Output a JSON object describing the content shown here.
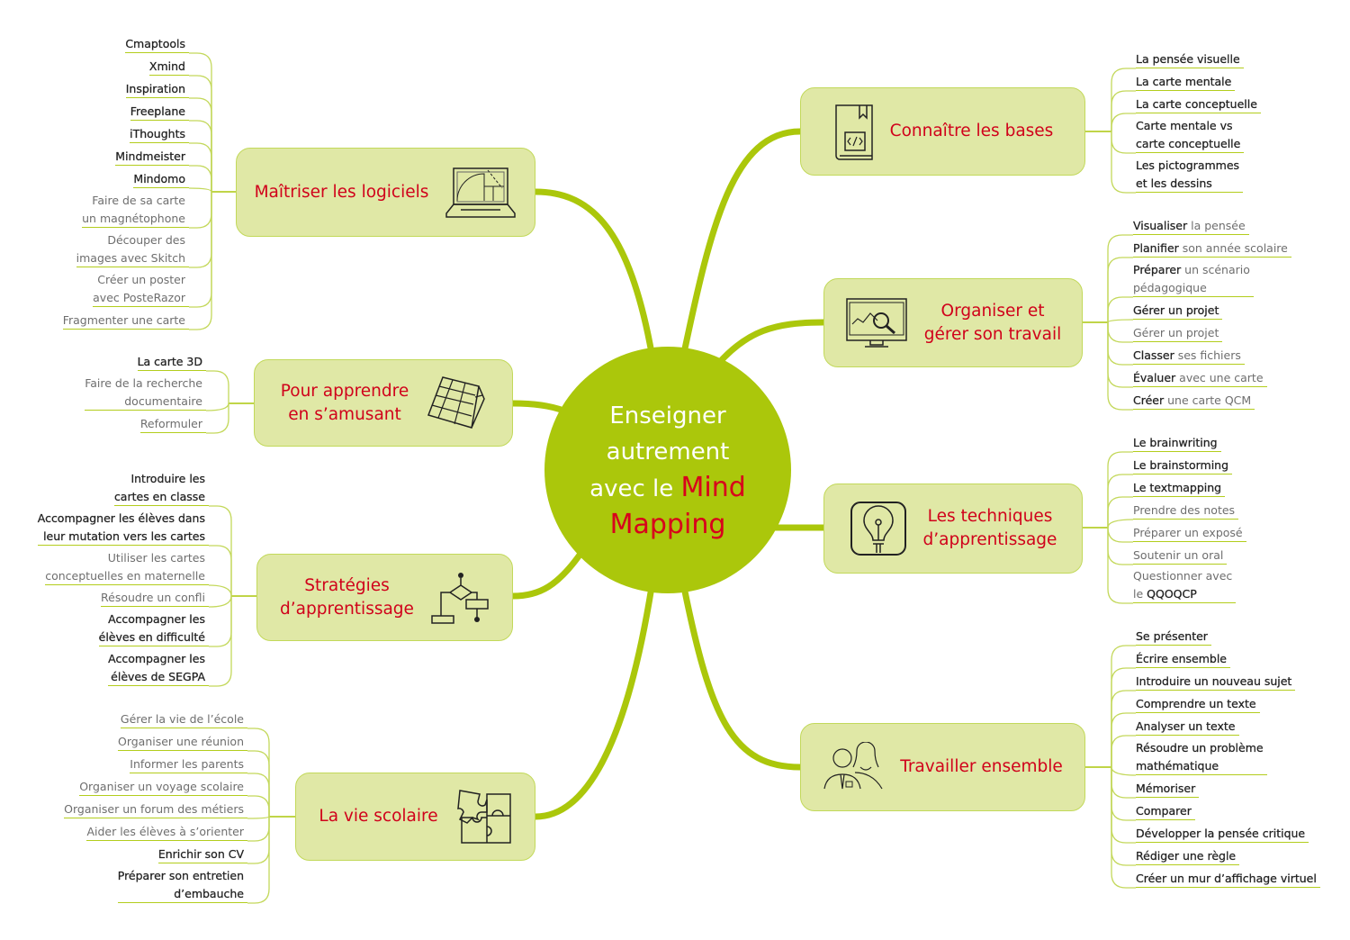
{
  "center": {
    "line1": "Enseigner",
    "line2": "autrement",
    "line3": "avec le",
    "highlight1": "Mind",
    "highlight2": "Mapping"
  },
  "colors": {
    "accent": "#abc70b",
    "node_fill": "#e0e8a6",
    "title_red": "#d0021b"
  },
  "branches": [
    {
      "id": "bases",
      "label": "Connaître les bases",
      "icon": "code-book-icon",
      "leaves": [
        [
          {
            "t": "La pensée visuelle",
            "s": "s"
          }
        ],
        [
          {
            "t": "La carte mentale",
            "s": "s"
          }
        ],
        [
          {
            "t": "La carte conceptuelle",
            "s": "s"
          }
        ],
        [
          {
            "t": "Carte mentale vs\ncarte conceptuelle",
            "s": "s"
          }
        ],
        [
          {
            "t": "Les pictogrammes\net les dessins",
            "s": "s"
          }
        ]
      ]
    },
    {
      "id": "organiser",
      "label": "Organiser et\ngérer son travail",
      "icon": "monitor-analytics-icon",
      "leaves": [
        [
          {
            "t": "Visualiser",
            "s": "s"
          },
          {
            "t": " la pensée",
            "s": "t"
          }
        ],
        [
          {
            "t": "Planifier",
            "s": "s"
          },
          {
            "t": " son année scolaire",
            "s": "t"
          }
        ],
        [
          {
            "t": "Préparer",
            "s": "s"
          },
          {
            "t": " un scénario\npédagogique",
            "s": "t"
          }
        ],
        [
          {
            "t": "Gérer un projet",
            "s": "s"
          }
        ],
        [
          {
            "t": "Gérer un projet",
            "s": "t"
          }
        ],
        [
          {
            "t": "Classer",
            "s": "s"
          },
          {
            "t": " ses fichiers",
            "s": "t"
          }
        ],
        [
          {
            "t": "Évaluer",
            "s": "s"
          },
          {
            "t": " avec une carte",
            "s": "t"
          }
        ],
        [
          {
            "t": "Créer",
            "s": "s"
          },
          {
            "t": " une carte QCM",
            "s": "t"
          }
        ]
      ]
    },
    {
      "id": "techniques",
      "label": "Les techniques\nd’apprentissage",
      "icon": "lightbulb-icon",
      "leaves": [
        [
          {
            "t": "Le brainwriting",
            "s": "s"
          }
        ],
        [
          {
            "t": "Le brainstorming",
            "s": "s"
          }
        ],
        [
          {
            "t": "Le textmapping",
            "s": "s"
          }
        ],
        [
          {
            "t": "Prendre des notes",
            "s": "t"
          }
        ],
        [
          {
            "t": "Préparer un exposé",
            "s": "t"
          }
        ],
        [
          {
            "t": "Soutenir un oral",
            "s": "t"
          }
        ],
        [
          {
            "t": "Questionner avec\nle ",
            "s": "t"
          },
          {
            "t": "QQOQCP",
            "s": "s"
          }
        ]
      ]
    },
    {
      "id": "travailler",
      "label": "Travailler ensemble",
      "icon": "people-icon",
      "leaves": [
        [
          {
            "t": "Se présenter",
            "s": "s"
          }
        ],
        [
          {
            "t": "Écrire ensemble",
            "s": "s"
          }
        ],
        [
          {
            "t": "Introduire un nouveau sujet",
            "s": "s"
          }
        ],
        [
          {
            "t": "Comprendre un texte",
            "s": "s"
          }
        ],
        [
          {
            "t": "Analyser un texte",
            "s": "s"
          }
        ],
        [
          {
            "t": "Résoudre un problème\nmathématique",
            "s": "s"
          }
        ],
        [
          {
            "t": "Mémoriser",
            "s": "s"
          }
        ],
        [
          {
            "t": "Comparer",
            "s": "s"
          }
        ],
        [
          {
            "t": "Développer la pensée critique",
            "s": "s"
          }
        ],
        [
          {
            "t": "Rédiger une règle",
            "s": "s"
          }
        ],
        [
          {
            "t": "Créer un mur d’affichage virtuel",
            "s": "s"
          }
        ]
      ]
    },
    {
      "id": "logiciels",
      "label": "Maîtriser les logiciels",
      "icon": "laptop-icon",
      "leaves": [
        [
          {
            "t": "Cmaptools",
            "s": "s"
          }
        ],
        [
          {
            "t": "Xmind",
            "s": "s"
          }
        ],
        [
          {
            "t": "Inspiration",
            "s": "s"
          }
        ],
        [
          {
            "t": "Freeplane",
            "s": "s"
          }
        ],
        [
          {
            "t": "iThoughts",
            "s": "s"
          }
        ],
        [
          {
            "t": "Mindmeister",
            "s": "s"
          }
        ],
        [
          {
            "t": "Mindomo",
            "s": "s"
          }
        ],
        [
          {
            "t": "Faire de sa carte\nun magnétophone",
            "s": "t"
          }
        ],
        [
          {
            "t": "Découper des\nimages avec Skitch",
            "s": "t"
          }
        ],
        [
          {
            "t": "Créer un poster\navec PosteRazor",
            "s": "t"
          }
        ],
        [
          {
            "t": "Fragmenter une carte",
            "s": "t"
          }
        ]
      ]
    },
    {
      "id": "amusant",
      "label": "Pour apprendre\nen s’amusant",
      "icon": "rubiks-cube-icon",
      "leaves": [
        [
          {
            "t": "La carte 3D",
            "s": "s"
          }
        ],
        [
          {
            "t": "Faire de la recherche\ndocumentaire",
            "s": "t"
          }
        ],
        [
          {
            "t": "Reformuler",
            "s": "t"
          }
        ]
      ]
    },
    {
      "id": "strategies",
      "label": "Stratégies\nd’apprentissage",
      "icon": "flowchart-icon",
      "leaves": [
        [
          {
            "t": "Introduire les\ncartes en classe",
            "s": "s"
          }
        ],
        [
          {
            "t": "Accompagner les élèves dans\nleur mutation vers les cartes",
            "s": "s"
          }
        ],
        [
          {
            "t": "Utiliser les cartes\nconceptuelles en maternelle",
            "s": "t"
          }
        ],
        [
          {
            "t": "Résoudre un confli",
            "s": "t"
          }
        ],
        [
          {
            "t": "Accompagner les\nélèves en difficulté",
            "s": "s"
          }
        ],
        [
          {
            "t": "Accompagner les\nélèves de SEGPA",
            "s": "s"
          }
        ]
      ]
    },
    {
      "id": "vie",
      "label": "La vie scolaire",
      "icon": "puzzle-icon",
      "leaves": [
        [
          {
            "t": "Gérer la vie de l’école",
            "s": "t"
          }
        ],
        [
          {
            "t": "Organiser une réunion",
            "s": "t"
          }
        ],
        [
          {
            "t": "Informer les parents",
            "s": "t"
          }
        ],
        [
          {
            "t": "Organiser un voyage scolaire",
            "s": "t"
          }
        ],
        [
          {
            "t": "Organiser un forum des métiers",
            "s": "t"
          }
        ],
        [
          {
            "t": "Aider les élèves à s’orienter",
            "s": "t"
          }
        ],
        [
          {
            "t": "Enrichir son CV",
            "s": "s"
          }
        ],
        [
          {
            "t": "Préparer son entretien\nd’embauche",
            "s": "s"
          }
        ]
      ]
    }
  ]
}
